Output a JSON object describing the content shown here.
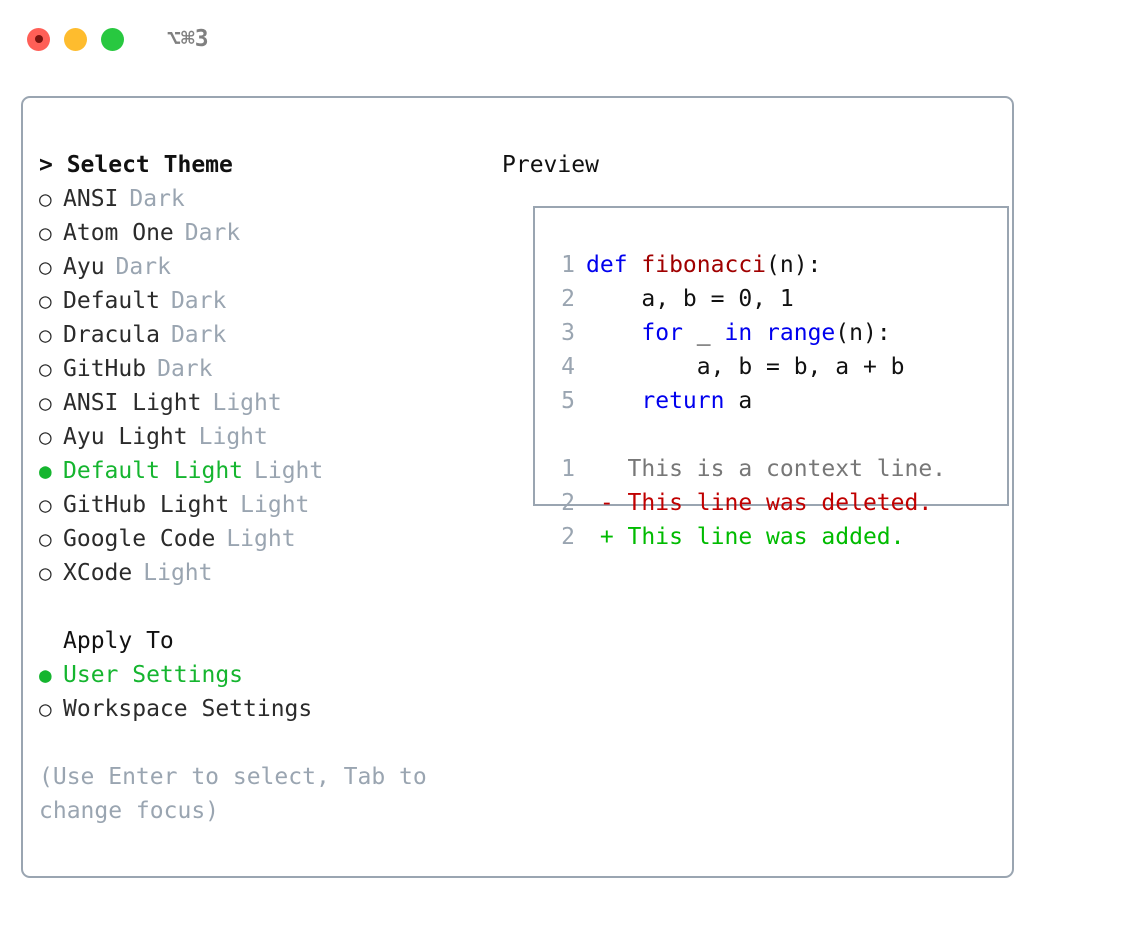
{
  "titlebar": {
    "shortcut": "⌥⌘3",
    "buttons": {
      "close": "close",
      "minimize": "minimize",
      "maximize": "maximize"
    }
  },
  "theme_picker": {
    "heading": "> Select Theme",
    "marker_selected": "●",
    "marker_unselected": "○",
    "items": [
      {
        "label": "ANSI",
        "tag": "Dark",
        "selected": false
      },
      {
        "label": "Atom One",
        "tag": "Dark",
        "selected": false
      },
      {
        "label": "Ayu",
        "tag": "Dark",
        "selected": false
      },
      {
        "label": "Default",
        "tag": "Dark",
        "selected": false
      },
      {
        "label": "Dracula",
        "tag": "Dark",
        "selected": false
      },
      {
        "label": "GitHub",
        "tag": "Dark",
        "selected": false
      },
      {
        "label": "ANSI Light",
        "tag": "Light",
        "selected": false
      },
      {
        "label": "Ayu Light",
        "tag": "Light",
        "selected": false
      },
      {
        "label": "Default Light",
        "tag": "Light",
        "selected": true
      },
      {
        "label": "GitHub Light",
        "tag": "Light",
        "selected": false
      },
      {
        "label": "Google Code",
        "tag": "Light",
        "selected": false
      },
      {
        "label": "XCode",
        "tag": "Light",
        "selected": false
      }
    ]
  },
  "apply_to": {
    "heading": "Apply To",
    "items": [
      {
        "label": "User Settings",
        "selected": true
      },
      {
        "label": "Workspace Settings",
        "selected": false
      }
    ]
  },
  "hint": "(Use Enter to select, Tab to change focus)",
  "preview": {
    "heading": "Preview",
    "code_lines": [
      {
        "no": "1",
        "segments": [
          {
            "text": "def ",
            "type": "kw"
          },
          {
            "text": "fibonacci",
            "type": "fn"
          },
          {
            "text": "(n):",
            "type": "pl"
          }
        ]
      },
      {
        "no": "2",
        "segments": [
          {
            "text": "    a, b = 0, 1",
            "type": "pl"
          }
        ]
      },
      {
        "no": "3",
        "segments": [
          {
            "text": "    ",
            "type": "pl"
          },
          {
            "text": "for",
            "type": "kw"
          },
          {
            "text": " _ ",
            "type": "pl"
          },
          {
            "text": "in",
            "type": "kw"
          },
          {
            "text": " ",
            "type": "pl"
          },
          {
            "text": "range",
            "type": "kw"
          },
          {
            "text": "(n):",
            "type": "pl"
          }
        ]
      },
      {
        "no": "4",
        "segments": [
          {
            "text": "        a, b = b, a + b",
            "type": "pl"
          }
        ]
      },
      {
        "no": "5",
        "segments": [
          {
            "text": "    ",
            "type": "pl"
          },
          {
            "text": "return",
            "type": "kw"
          },
          {
            "text": " a",
            "type": "pl"
          }
        ]
      }
    ],
    "diff_lines": [
      {
        "no": "1",
        "segments": [
          {
            "text": "   This is a context line.",
            "type": "ctx"
          }
        ]
      },
      {
        "no": "2",
        "segments": [
          {
            "text": " - This line was deleted.",
            "type": "del"
          }
        ]
      },
      {
        "no": "2",
        "segments": [
          {
            "text": " + This line was added.",
            "type": "add"
          }
        ]
      }
    ]
  },
  "colors": {
    "accent_green": "#15b52f",
    "muted": "#9aa5b1",
    "border": "#9aa5b1",
    "keyword": "#0000ee",
    "function": "#a00000",
    "diff_deleted": "#c00000",
    "diff_added": "#00bb00",
    "diff_context": "#777777"
  }
}
